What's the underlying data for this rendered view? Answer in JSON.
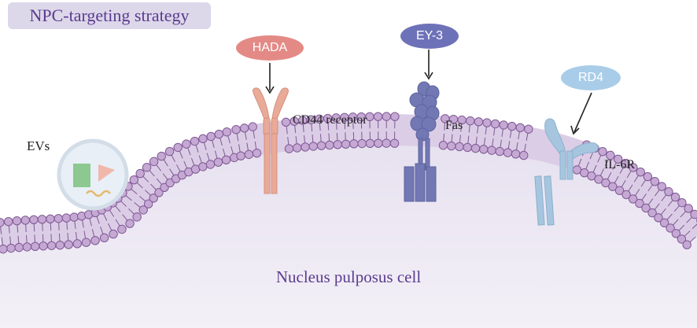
{
  "title": "NPC-targeting strategy",
  "cell_label": "Nucleus pulposus cell",
  "vesicle_label": "EVs",
  "ligands": [
    {
      "name": "HADA",
      "color": "#e48a86"
    },
    {
      "name": "EY-3",
      "color": "#6d72b8"
    },
    {
      "name": "RD4",
      "color": "#a9cde8"
    }
  ],
  "receptors": [
    {
      "name": "CD44 receptor",
      "color": "#e9aa98"
    },
    {
      "name": "Fas",
      "color": "#7278b4"
    },
    {
      "name": "IL-6R",
      "color": "#a6c6e0"
    }
  ],
  "colors": {
    "membrane_head": "#c6a8d4",
    "membrane_outline": "#7e5a94",
    "cell_interior": "#e9e4f1",
    "membrane_band": "#dccde6",
    "accent": "#5a3b8f"
  }
}
